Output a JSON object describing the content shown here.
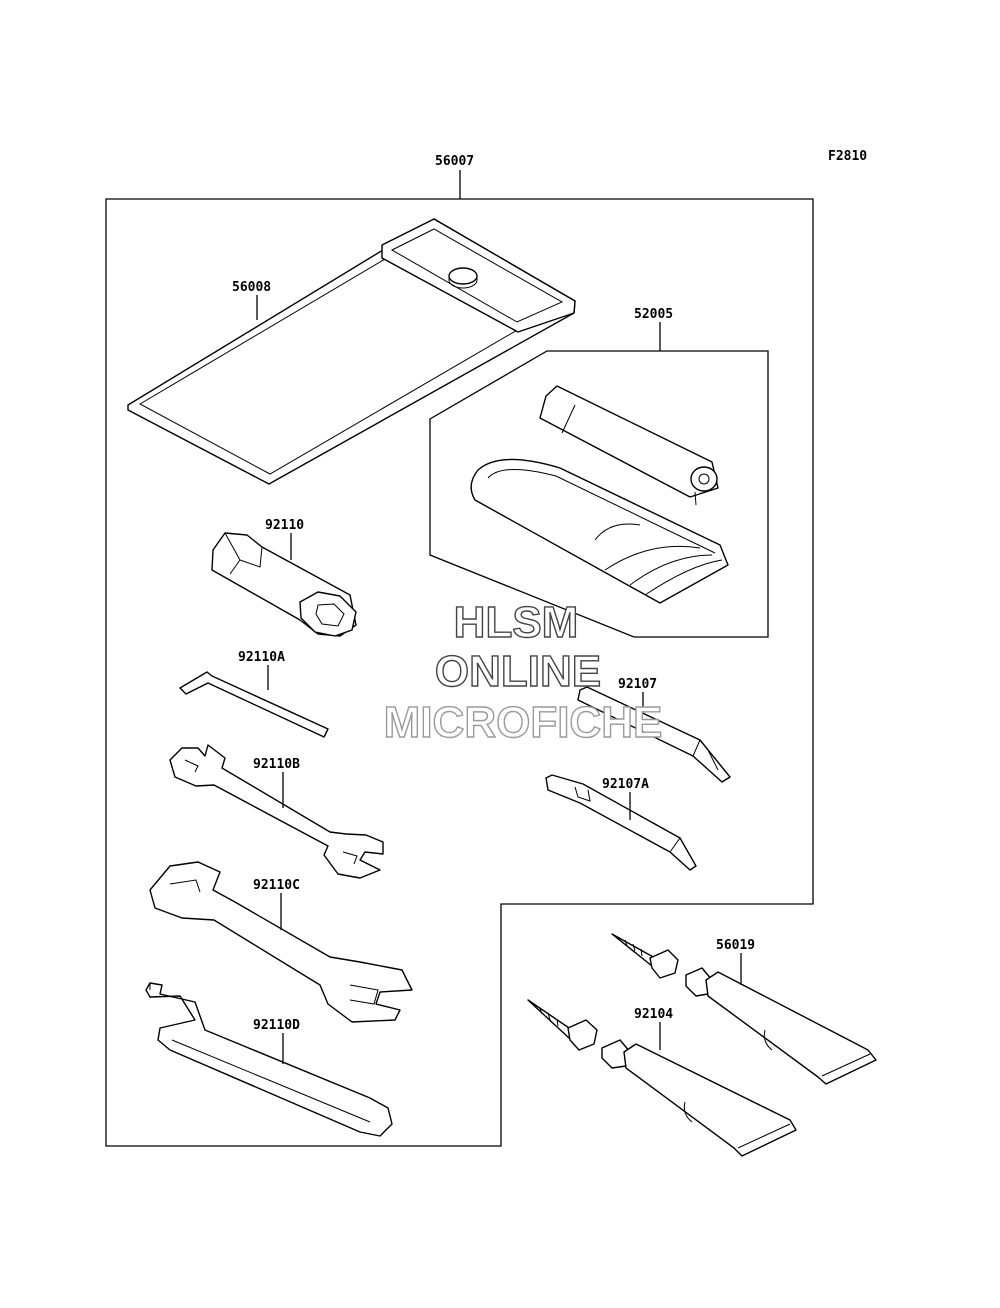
{
  "figure_code": "F2810",
  "parts": [
    {
      "id": "56007"
    },
    {
      "id": "56008"
    },
    {
      "id": "52005"
    },
    {
      "id": "92110"
    },
    {
      "id": "92110A"
    },
    {
      "id": "92107"
    },
    {
      "id": "92110B"
    },
    {
      "id": "92107A"
    },
    {
      "id": "92110C"
    },
    {
      "id": "56019"
    },
    {
      "id": "92104"
    },
    {
      "id": "92110D"
    }
  ],
  "watermark": {
    "line1": "HLSM",
    "line2": "ONLINE",
    "line3": "MICROFICHE"
  }
}
